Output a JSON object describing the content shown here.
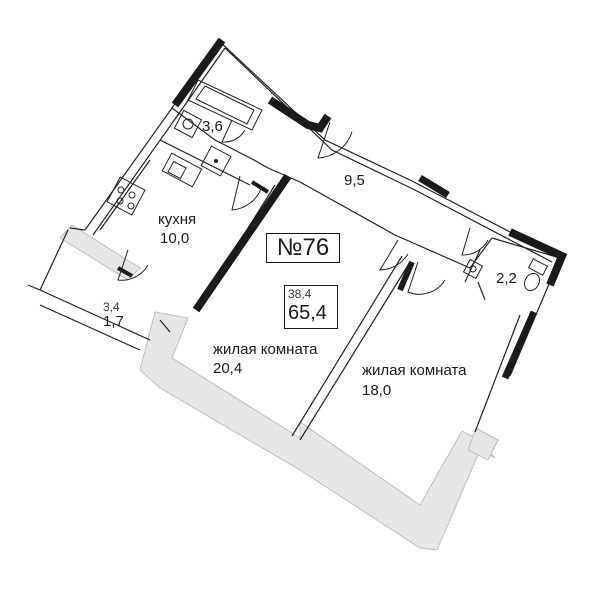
{
  "apartment": {
    "number": "№76",
    "living_area": "38,4",
    "total_area": "65,4"
  },
  "rooms": {
    "bathroom": {
      "area": "3,6"
    },
    "hall": {
      "area": "9,5"
    },
    "wc": {
      "area": "2,2"
    },
    "kitchen": {
      "name": "кухня",
      "area": "10,0"
    },
    "balcony": {
      "area_full": "3,4",
      "area_reduced": "1,7"
    },
    "living_room_1": {
      "name": "жилая комната",
      "area": "20,4"
    },
    "living_room_2": {
      "name": "жилая комната",
      "area": "18,0"
    }
  },
  "colors": {
    "wall": "#1a1a1a",
    "outline": "#222222",
    "terrace": "#e6e6e6",
    "background": "#ffffff"
  }
}
